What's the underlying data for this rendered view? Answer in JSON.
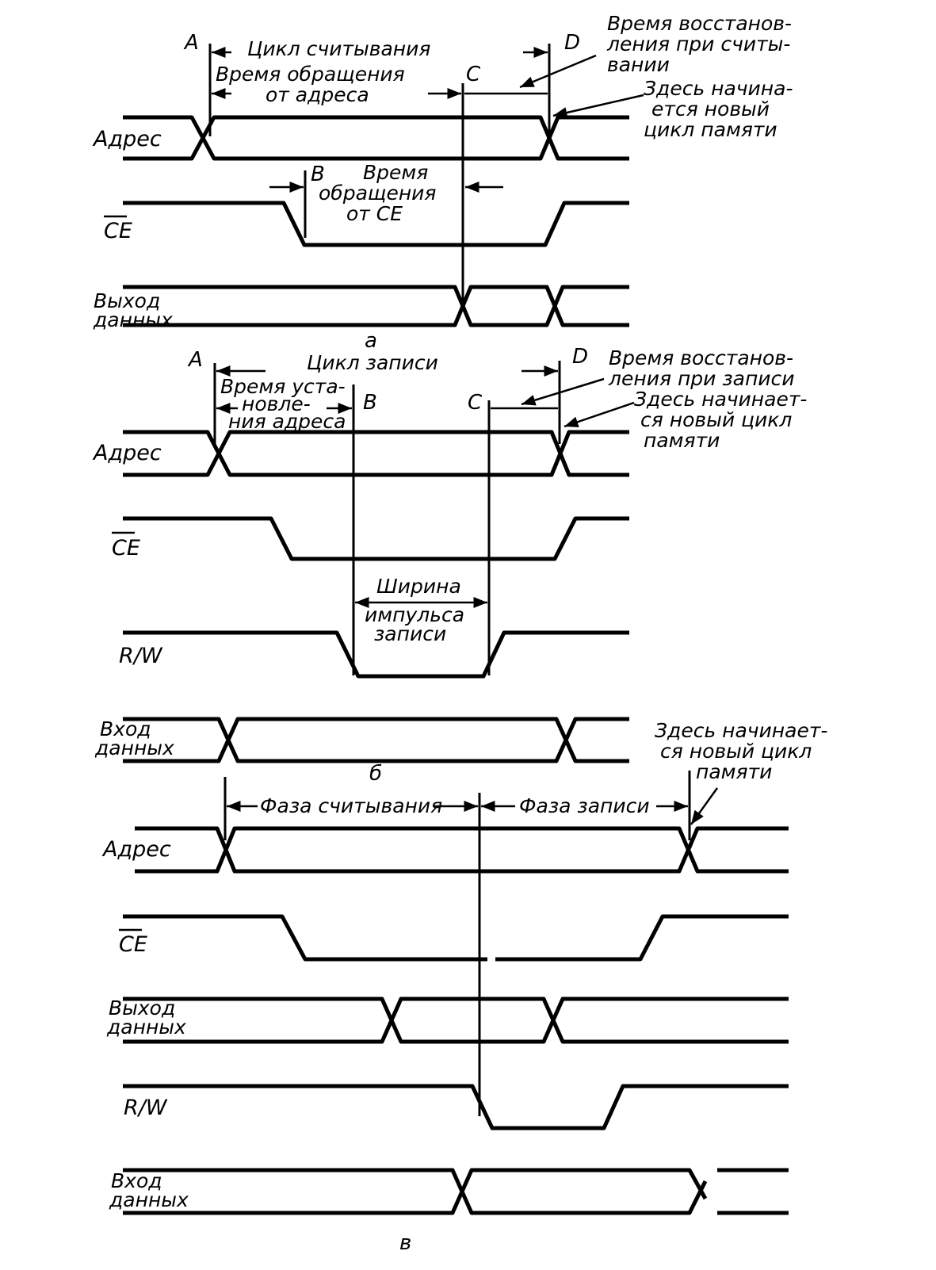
{
  "panel_a": {
    "marker_a": "A",
    "marker_b": "B",
    "marker_c": "C",
    "marker_d": "D",
    "read_cycle": "Цикл считывания",
    "access_addr": [
      "Время обращения",
      "от адреса"
    ],
    "access_ce": [
      "Время",
      "обращения",
      "от CE"
    ],
    "recovery_read": [
      "Время восстанов-",
      "ления при считы-",
      "вании"
    ],
    "new_cycle": [
      "Здесь начина-",
      "ется новый",
      "цикл памяти"
    ],
    "sig_address": "Адрес",
    "sig_ce": "CE",
    "sig_dataout": [
      "Выход",
      "данных"
    ],
    "label": "а"
  },
  "panel_b": {
    "marker_a": "A",
    "marker_b": "B",
    "marker_c": "C",
    "marker_d": "D",
    "write_cycle": "Цикл записи",
    "setup": [
      "Время уста-",
      "новле-",
      "ния адреса"
    ],
    "recovery_write": [
      "Время восстанов-",
      "ления при записи"
    ],
    "new_cycle": [
      "Здесь начинает-",
      "ся новый цикл",
      "памяти"
    ],
    "pulse_width": [
      "Ширина",
      "импульса",
      "записи"
    ],
    "sig_address": "Адрес",
    "sig_ce": "CE",
    "sig_rw": "R/W",
    "sig_datain": [
      "Вход",
      "данных"
    ],
    "new_cycle_datain": [
      "Здесь начинает-",
      "ся новый цикл",
      "памяти"
    ],
    "label": "б"
  },
  "panel_c": {
    "read_phase": "Фаза считывания",
    "write_phase": "Фаза записи",
    "sig_address": "Адрес",
    "sig_ce": "CE",
    "sig_dataout": [
      "Выход",
      "данных"
    ],
    "sig_rw": "R/W",
    "sig_datain": [
      "Вход",
      "данных"
    ],
    "label": "в"
  }
}
